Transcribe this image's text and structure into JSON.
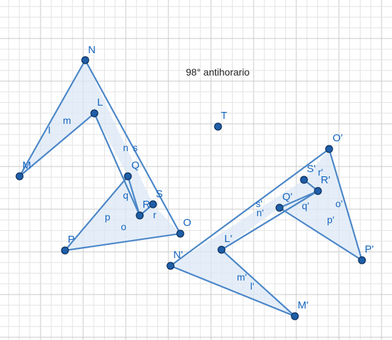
{
  "caption": "98° antihorario",
  "colors": {
    "grid_minor": "#e4e4e4",
    "grid_major": "#c8c8c8",
    "stroke": "#4a86c8",
    "fill": "#dce8f6",
    "point_fill": "#1f5ea8",
    "point_stroke": "#0b2f5c",
    "label": "#1565c0"
  },
  "points": [
    {
      "name": "N",
      "label": "N"
    },
    {
      "name": "L",
      "label": "L"
    },
    {
      "name": "M",
      "label": "M"
    },
    {
      "name": "Q",
      "label": "Q"
    },
    {
      "name": "S",
      "label": "S"
    },
    {
      "name": "R",
      "label": "R"
    },
    {
      "name": "P",
      "label": "P"
    },
    {
      "name": "O",
      "label": "O"
    },
    {
      "name": "T",
      "label": "T"
    },
    {
      "name": "O-prime",
      "label": "O'"
    },
    {
      "name": "S-prime",
      "label": "S'"
    },
    {
      "name": "R-prime",
      "label": "R'"
    },
    {
      "name": "Q-prime",
      "label": "Q'"
    },
    {
      "name": "P-prime",
      "label": "P'"
    },
    {
      "name": "L-prime",
      "label": "L'"
    },
    {
      "name": "N-prime",
      "label": "N'"
    },
    {
      "name": "M-prime",
      "label": "M'"
    }
  ],
  "segment_labels": [
    {
      "name": "l",
      "label": "l"
    },
    {
      "name": "m",
      "label": "m"
    },
    {
      "name": "n",
      "label": "n"
    },
    {
      "name": "s",
      "label": "s"
    },
    {
      "name": "q",
      "label": "q"
    },
    {
      "name": "p",
      "label": "p"
    },
    {
      "name": "o",
      "label": "o"
    },
    {
      "name": "r",
      "label": "r"
    },
    {
      "name": "s-prime",
      "label": "s'"
    },
    {
      "name": "r-prime",
      "label": "r'"
    },
    {
      "name": "n-prime",
      "label": "n'"
    },
    {
      "name": "q-prime",
      "label": "q'"
    },
    {
      "name": "o-prime",
      "label": "o'"
    },
    {
      "name": "p-prime",
      "label": "p'"
    },
    {
      "name": "m-prime",
      "label": "m'"
    },
    {
      "name": "l-prime",
      "label": "l'"
    }
  ]
}
